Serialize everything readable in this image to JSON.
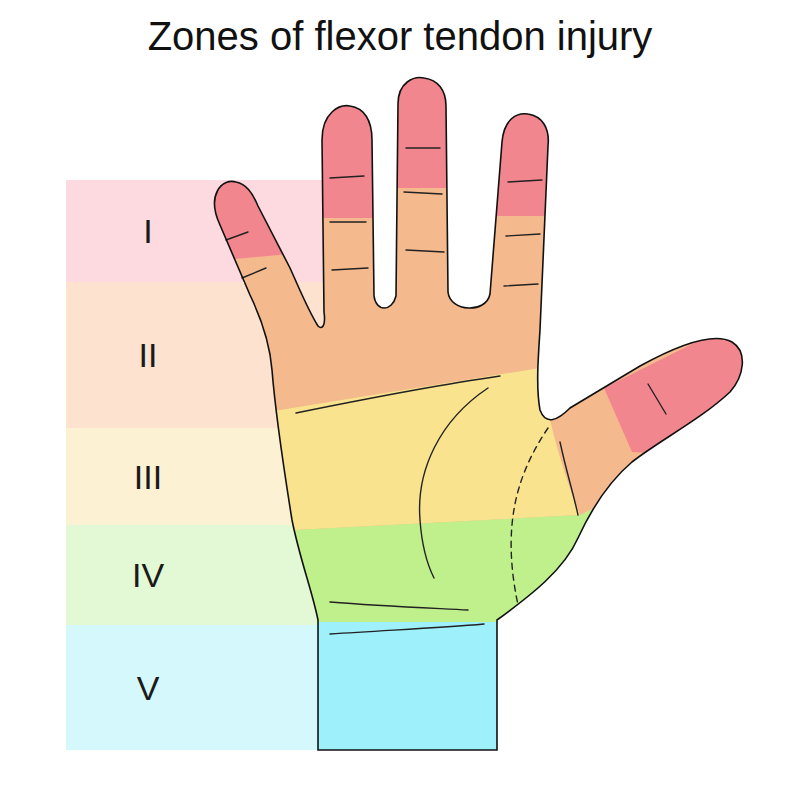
{
  "diagram": {
    "title": "Zones of flexor tendon injury",
    "nodes": [
      {
        "text": [
          "I"
        ]
      },
      {
        "text": [
          "II"
        ]
      },
      {
        "text": [
          "III"
        ]
      },
      {
        "text": [
          "IV"
        ]
      },
      {
        "text": [
          "V"
        ]
      }
    ]
  }
}
